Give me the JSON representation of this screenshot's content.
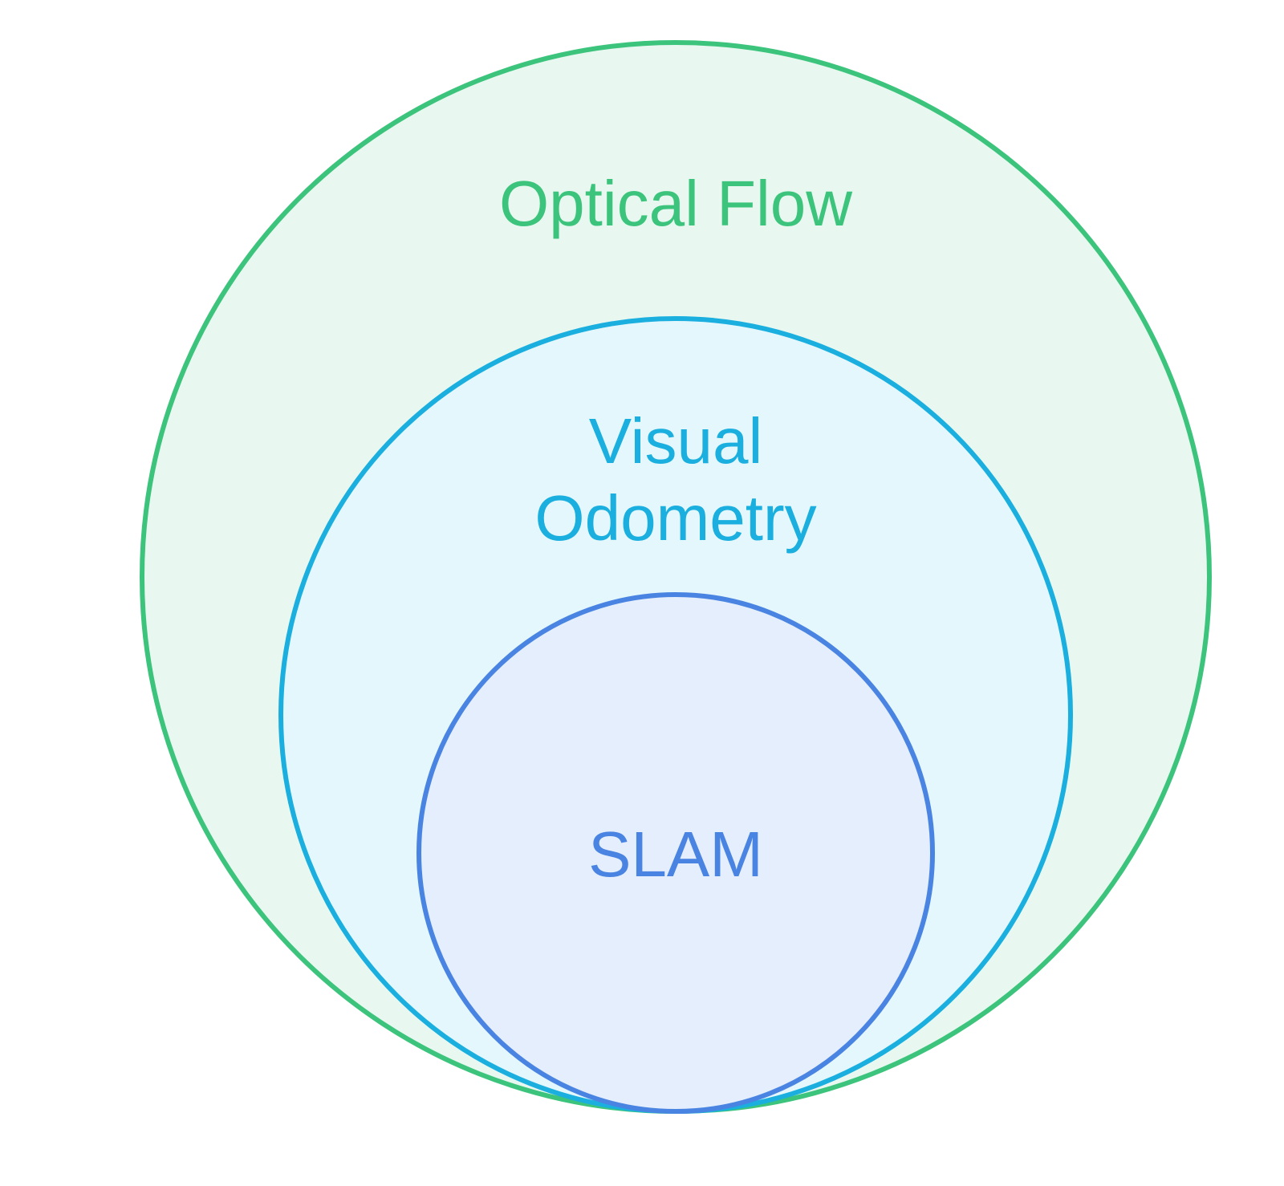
{
  "diagram": {
    "type": "nested-venn",
    "outer": {
      "label": "Optical Flow",
      "stroke": "#3cc47c",
      "fill": "#e8f8f0"
    },
    "middle": {
      "label_line1": "Visual",
      "label_line2": "Odometry",
      "stroke": "#1aafdf",
      "fill": "#e4f7fc"
    },
    "inner": {
      "label": "SLAM",
      "stroke": "#4a84e2",
      "fill": "#e4eefc"
    }
  }
}
